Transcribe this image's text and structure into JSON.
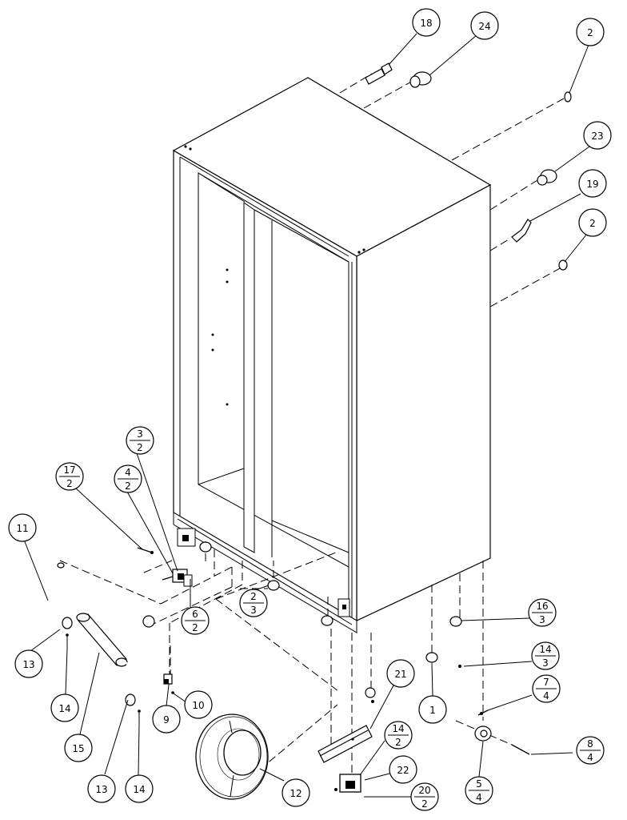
{
  "callouts": [
    {
      "id": "c18",
      "top": "18"
    },
    {
      "id": "c24",
      "top": "24"
    },
    {
      "id": "c2a",
      "top": "2"
    },
    {
      "id": "c23",
      "top": "23"
    },
    {
      "id": "c19",
      "top": "19"
    },
    {
      "id": "c2b",
      "top": "2"
    },
    {
      "id": "c3_2",
      "top": "3",
      "bottom": "2"
    },
    {
      "id": "c4_2",
      "top": "4",
      "bottom": "2"
    },
    {
      "id": "c17_2",
      "top": "17",
      "bottom": "2"
    },
    {
      "id": "c11",
      "top": "11"
    },
    {
      "id": "c6_2",
      "top": "6",
      "bottom": "2"
    },
    {
      "id": "c2_3",
      "top": "2",
      "bottom": "3"
    },
    {
      "id": "c16_3",
      "top": "16",
      "bottom": "3"
    },
    {
      "id": "c14_3",
      "top": "14",
      "bottom": "3"
    },
    {
      "id": "c7_4",
      "top": "7",
      "bottom": "4"
    },
    {
      "id": "c8_4",
      "top": "8",
      "bottom": "4"
    },
    {
      "id": "c5_4",
      "top": "5",
      "bottom": "4"
    },
    {
      "id": "c1",
      "top": "1"
    },
    {
      "id": "c21",
      "top": "21"
    },
    {
      "id": "c14_2",
      "top": "14",
      "bottom": "2"
    },
    {
      "id": "c22",
      "top": "22"
    },
    {
      "id": "c20_2",
      "top": "20",
      "bottom": "2"
    },
    {
      "id": "c13a",
      "top": "13"
    },
    {
      "id": "c14a",
      "top": "14"
    },
    {
      "id": "c15",
      "top": "15"
    },
    {
      "id": "c13b",
      "top": "13"
    },
    {
      "id": "c14b",
      "top": "14"
    },
    {
      "id": "c9",
      "top": "9"
    },
    {
      "id": "c10",
      "top": "10"
    },
    {
      "id": "c12",
      "top": "12"
    }
  ]
}
